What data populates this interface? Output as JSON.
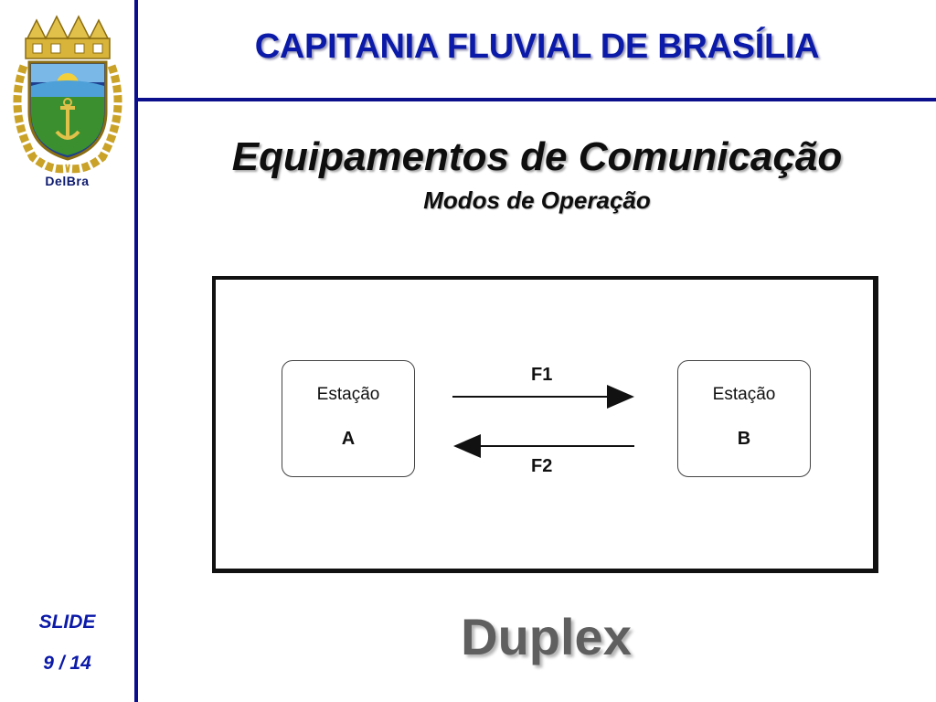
{
  "header": {
    "title": "CAPITANIA FLUVIAL DE BRASÍLIA"
  },
  "sidebar": {
    "org_tag": "DelBra",
    "slide_label": "SLIDE",
    "slide_counter": "9 / 14"
  },
  "slide": {
    "title": "Equipamentos de Comunicação",
    "subtitle": "Modos de Operação",
    "mode_label": "Duplex"
  },
  "diagram": {
    "station_a": {
      "label": "Estação",
      "id": "A"
    },
    "station_b": {
      "label": "Estação",
      "id": "B"
    },
    "forward_channel": "F1",
    "return_channel": "F2"
  },
  "colors": {
    "accent": "#0c0f8c",
    "title_blue": "#0b1aa8",
    "mode_gray": "#5f5f5f"
  }
}
